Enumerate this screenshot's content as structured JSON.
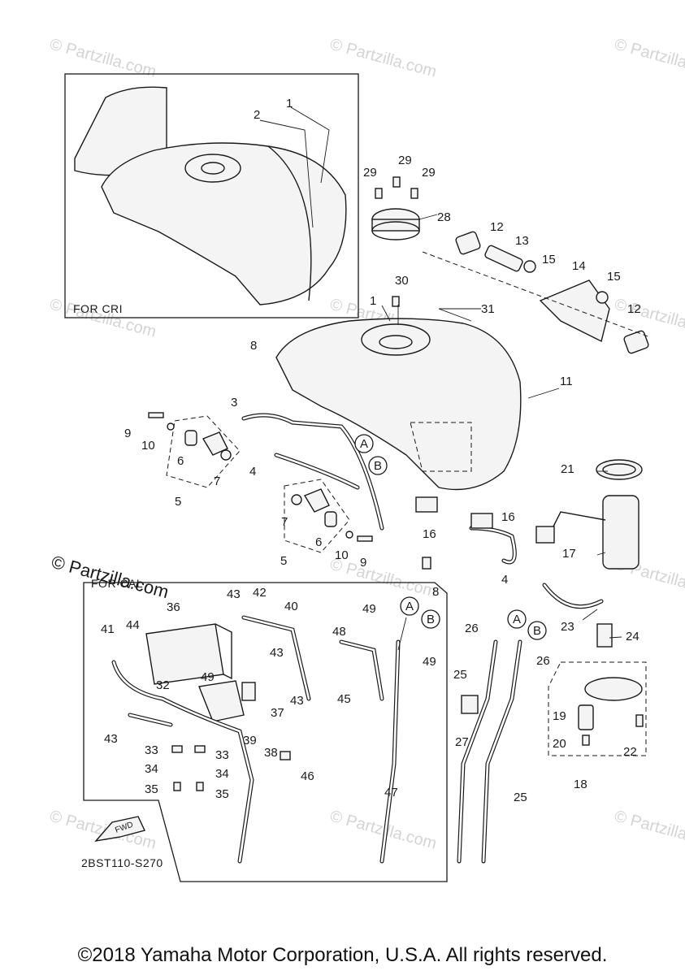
{
  "diagram_code": "2BST110-S270",
  "copyright": "©2018 Yamaha Motor Corporation, U.S.A. All rights reserved.",
  "watermark": "© Partzilla.com",
  "boxes": {
    "cri": "FOR CRI",
    "cal": "FOR CAL"
  },
  "fwd_label": "FWD",
  "connectors": {
    "a": "A",
    "b": "B"
  },
  "callouts": {
    "c1": "1",
    "c1b": "1",
    "c2": "2",
    "c3": "3",
    "c4a": "4",
    "c4b": "4",
    "c5a": "5",
    "c5b": "5",
    "c6a": "6",
    "c6b": "6",
    "c7a": "7",
    "c7b": "7",
    "c8a": "8",
    "c8b": "8",
    "c9a": "9",
    "c9b": "9",
    "c10a": "10",
    "c10b": "10",
    "c11": "11",
    "c12a": "12",
    "c12b": "12",
    "c13": "13",
    "c14": "14",
    "c15a": "15",
    "c15b": "15",
    "c16a": "16",
    "c16b": "16",
    "c17": "17",
    "c18": "18",
    "c19": "19",
    "c20": "20",
    "c21": "21",
    "c22": "22",
    "c23": "23",
    "c24": "24",
    "c25a": "25",
    "c25b": "25",
    "c26a": "26",
    "c26b": "26",
    "c27": "27",
    "c28": "28",
    "c29a": "29",
    "c29b": "29",
    "c29c": "29",
    "c30": "30",
    "c31": "31",
    "c32": "32",
    "c33a": "33",
    "c33b": "33",
    "c34a": "34",
    "c34b": "34",
    "c35a": "35",
    "c35b": "35",
    "c36": "36",
    "c37": "37",
    "c38": "38",
    "c39": "39",
    "c40": "40",
    "c41": "41",
    "c42": "42",
    "c43a": "43",
    "c43b": "43",
    "c43c": "43",
    "c43d": "43",
    "c44": "44",
    "c45": "45",
    "c46": "46",
    "c47": "47",
    "c48": "48",
    "c49a": "49",
    "c49b": "49",
    "c49c": "49"
  }
}
